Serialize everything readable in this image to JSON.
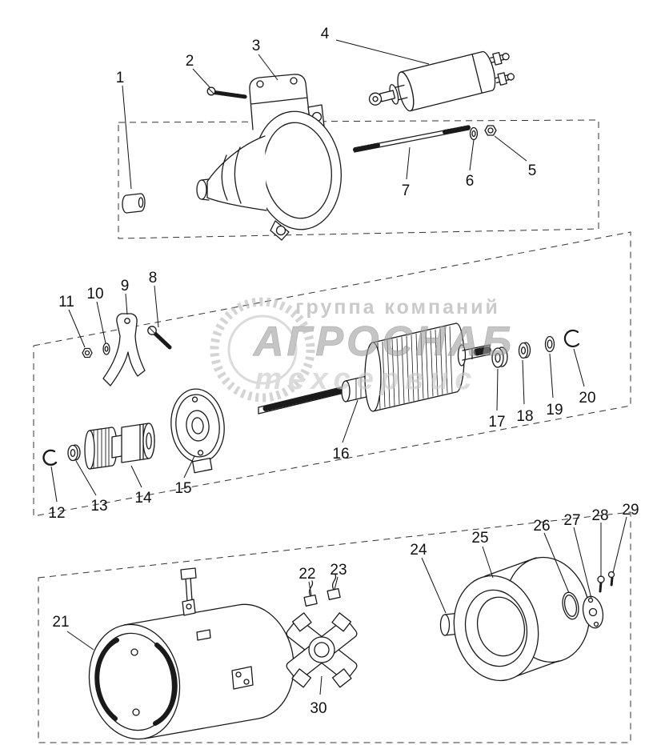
{
  "watermark": {
    "line1": "группа компаний",
    "line2": "АГРОСНАБ",
    "line3": "техсервис"
  },
  "colors": {
    "line": "#1a1a1a",
    "watermark_gray": "#a8a8a8"
  },
  "parts": [
    "1",
    "2",
    "3",
    "4",
    "5",
    "6",
    "7",
    "8",
    "9",
    "10",
    "11",
    "12",
    "13",
    "14",
    "15",
    "16",
    "17",
    "18",
    "19",
    "20",
    "21",
    "22",
    "23",
    "24",
    "25",
    "26",
    "27",
    "28",
    "29",
    "30"
  ]
}
